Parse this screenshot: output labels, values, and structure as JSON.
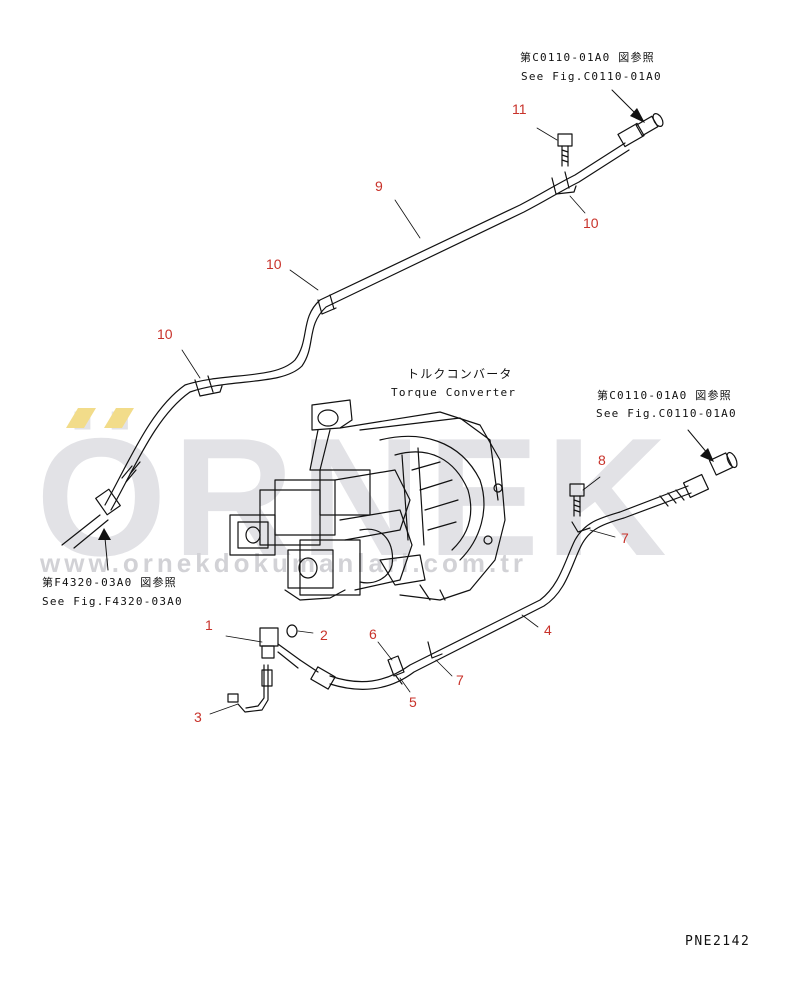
{
  "watermark": {
    "logo": "ÖRNEK",
    "url": "www.ornekdokumanlari.com.tr",
    "accent_color": "#f2dc8a",
    "text_color": "#d2d2d6"
  },
  "colors": {
    "callout": "#c8322a",
    "line": "#111111"
  },
  "figure_refs": [
    {
      "jp": "第C0110-01A0 図参照",
      "en": "See Fig.C0110-01A0"
    },
    {
      "jp": "第C0110-01A0 図参照",
      "en": "See Fig.C0110-01A0"
    },
    {
      "jp": "第F4320-03A0 図参照",
      "en": "See Fig.F4320-03A0"
    }
  ],
  "component_label": {
    "jp": "トルクコンバータ",
    "en": "Torque Converter"
  },
  "callouts": [
    "11",
    "10",
    "9",
    "10",
    "10",
    "8",
    "7",
    "1",
    "2",
    "6",
    "4",
    "7",
    "5",
    "3"
  ],
  "page_code": "PNE2142"
}
